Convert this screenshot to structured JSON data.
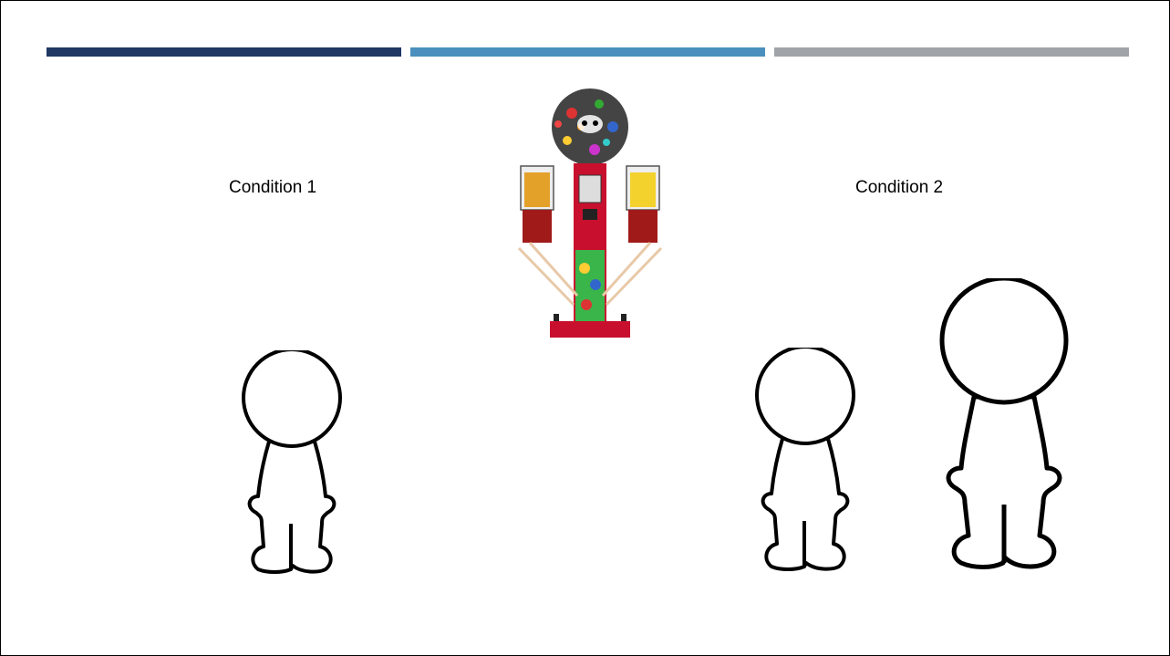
{
  "slide": {
    "accent_colors": [
      "#1f3864",
      "#4a8fbd",
      "#a0a4a8"
    ],
    "condition_1_label": "Condition 1",
    "condition_2_label": "Condition 2"
  },
  "illustrations": {
    "center": "gumball-vending-machine",
    "condition_1": [
      "child-figure"
    ],
    "condition_2": [
      "child-figure",
      "adult-figure"
    ]
  }
}
